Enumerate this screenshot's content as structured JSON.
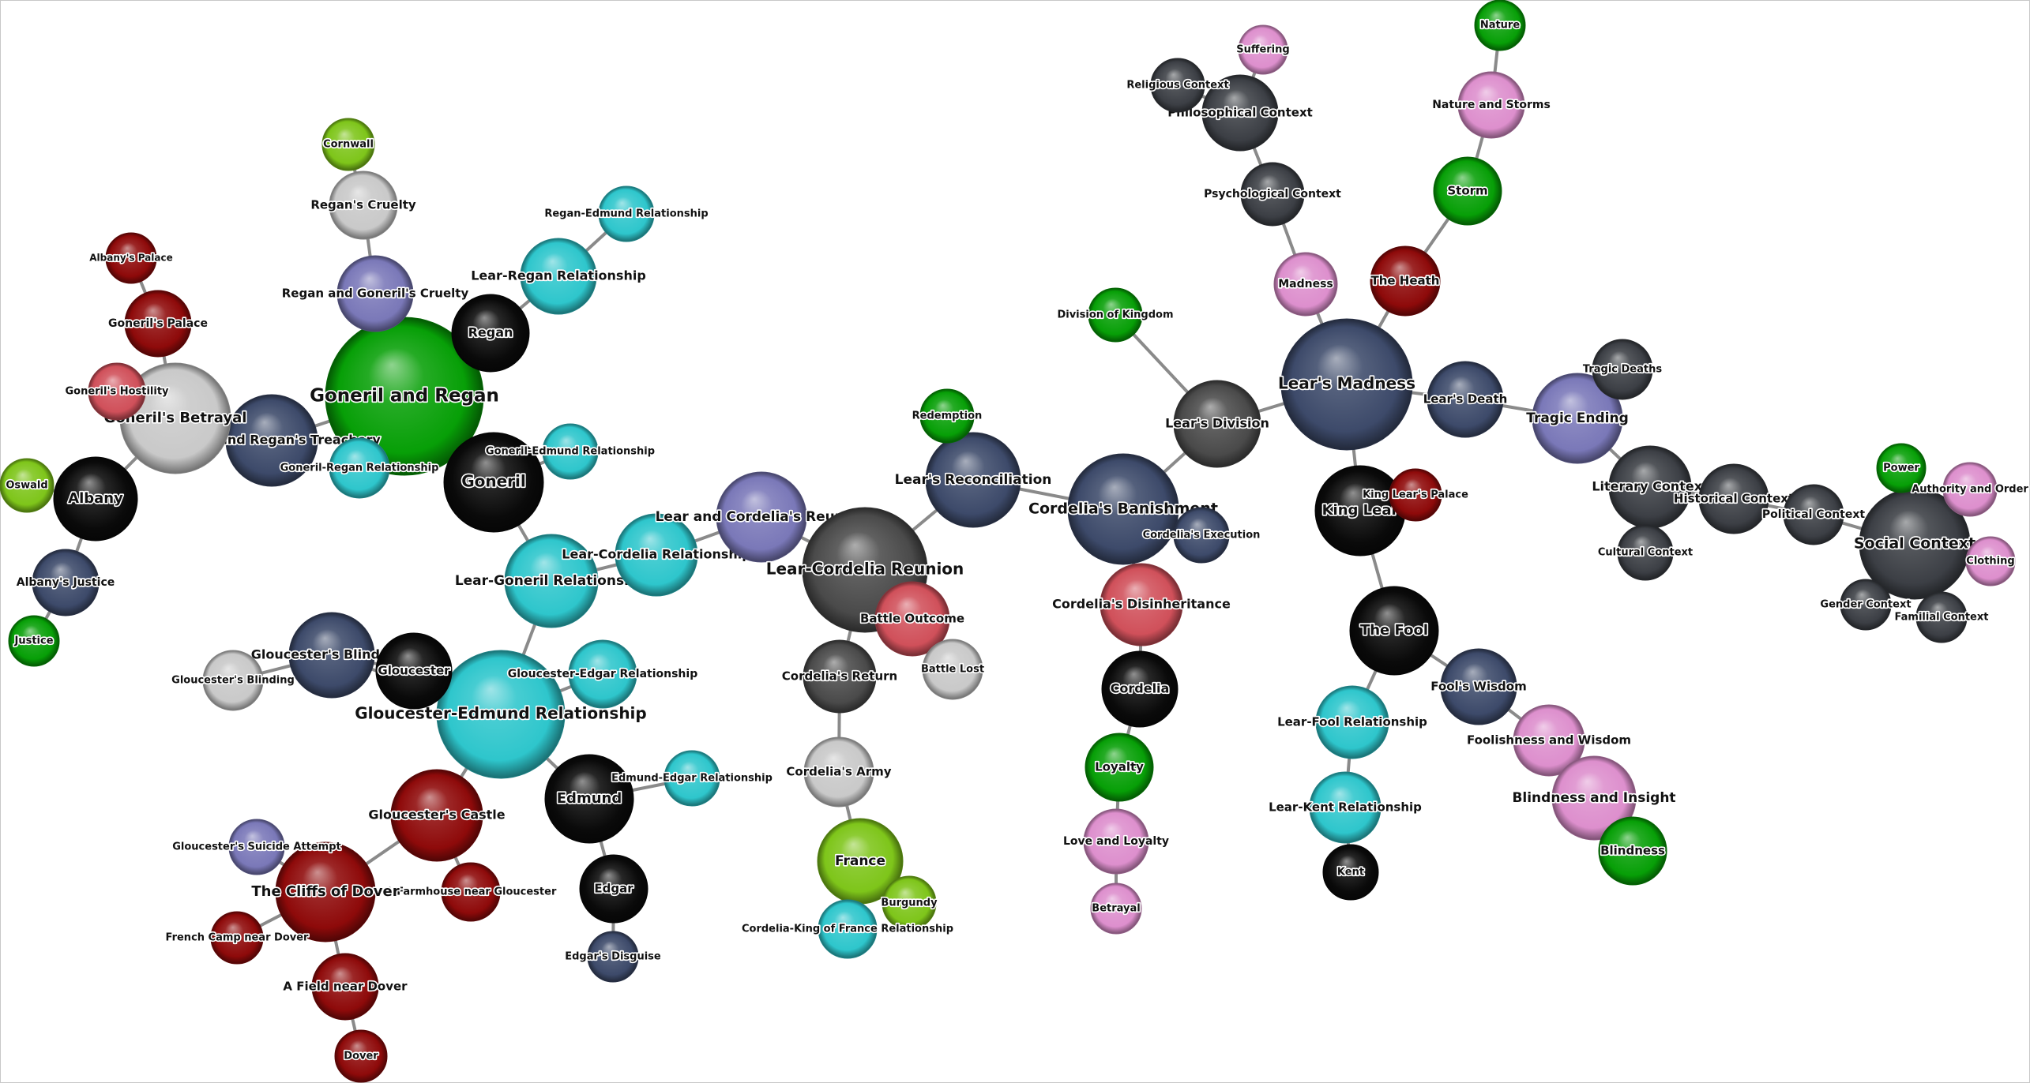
{
  "colors": {
    "navy": "#3d4a6a",
    "black": "#0a0a0a",
    "charcoal": "#3c3f45",
    "grey": "#4a4a4a",
    "silver": "#c9c9c9",
    "green": "#079f07",
    "lime": "#7ec51a",
    "cyan": "#2ec6cc",
    "maroon": "#8e0a0a",
    "red": "#d0505a",
    "violet": "#7a78b8",
    "pink": "#dd8fcd",
    "edge": "#8a8a8a"
  },
  "nodes": [
    {
      "id": "goneril_regan",
      "label": "Goneril and Regan",
      "color": "green"
    },
    {
      "id": "regans_cruelty",
      "label": "Regan's Cruelty",
      "color": "silver"
    },
    {
      "id": "cornwall",
      "label": "Cornwall",
      "color": "lime"
    },
    {
      "id": "regan_goneril_cruelty",
      "label": "Regan and Goneril's Cruelty",
      "color": "violet"
    },
    {
      "id": "regan",
      "label": "Regan",
      "color": "black"
    },
    {
      "id": "lear_regan_rel",
      "label": "Lear-Regan Relationship",
      "color": "cyan"
    },
    {
      "id": "regan_edmund_rel",
      "label": "Regan-Edmund Relationship",
      "color": "cyan"
    },
    {
      "id": "goneril_regan_treachery",
      "label": "Goneril and Regan's Treachery",
      "color": "navy"
    },
    {
      "id": "gonerils_betrayal",
      "label": "Goneril's Betrayal",
      "color": "silver"
    },
    {
      "id": "gonerils_hostility",
      "label": "Goneril's Hostility",
      "color": "red"
    },
    {
      "id": "gonerils_palace",
      "label": "Goneril's Palace",
      "color": "maroon"
    },
    {
      "id": "albanys_palace",
      "label": "Albany's Palace",
      "color": "maroon"
    },
    {
      "id": "goneril_regan_rel",
      "label": "Goneril-Regan Relationship",
      "color": "cyan"
    },
    {
      "id": "albany",
      "label": "Albany",
      "color": "black"
    },
    {
      "id": "oswald",
      "label": "Oswald",
      "color": "lime"
    },
    {
      "id": "albanys_justice",
      "label": "Albany's Justice",
      "color": "navy"
    },
    {
      "id": "justice",
      "label": "Justice",
      "color": "green"
    },
    {
      "id": "goneril",
      "label": "Goneril",
      "color": "black"
    },
    {
      "id": "goneril_edmund_rel",
      "label": "Goneril-Edmund Relationship",
      "color": "cyan"
    },
    {
      "id": "lear_goneril_rel",
      "label": "Lear-Goneril Relationship",
      "color": "cyan"
    },
    {
      "id": "lear_cordelia_rel",
      "label": "Lear-Cordelia Relationship",
      "color": "cyan"
    },
    {
      "id": "lear_cordelia_reunion2",
      "label": "Lear and Cordelia's Reunion",
      "color": "violet"
    },
    {
      "id": "lear_cordelia_reunion",
      "label": "Lear-Cordelia Reunion",
      "color": "grey"
    },
    {
      "id": "battle_outcome",
      "label": "Battle Outcome",
      "color": "red"
    },
    {
      "id": "battle_lost",
      "label": "Battle Lost",
      "color": "silver"
    },
    {
      "id": "cordelias_return",
      "label": "Cordelia's Return",
      "color": "grey"
    },
    {
      "id": "cordelias_army",
      "label": "Cordelia's Army",
      "color": "silver"
    },
    {
      "id": "france",
      "label": "France",
      "color": "lime"
    },
    {
      "id": "burgundy",
      "label": "Burgundy",
      "color": "lime"
    },
    {
      "id": "cordelia_france_rel",
      "label": "Cordelia-King of France Relationship",
      "color": "cyan"
    },
    {
      "id": "glou_edmund_rel",
      "label": "Gloucester-Edmund Relationship",
      "color": "cyan"
    },
    {
      "id": "glou_edgar_rel",
      "label": "Gloucester-Edgar Relationship",
      "color": "cyan"
    },
    {
      "id": "gloucesters_blindness",
      "label": "Gloucester's Blindness",
      "color": "navy"
    },
    {
      "id": "gloucester",
      "label": "Gloucester",
      "color": "black"
    },
    {
      "id": "gloucesters_blinding",
      "label": "Gloucester's Blinding",
      "color": "silver"
    },
    {
      "id": "gloucesters_castle",
      "label": "Gloucester's Castle",
      "color": "maroon"
    },
    {
      "id": "farmhouse",
      "label": "A Farmhouse near Gloucester",
      "color": "maroon"
    },
    {
      "id": "cliffs_dover",
      "label": "The Cliffs of Dover",
      "color": "maroon"
    },
    {
      "id": "suicide_attempt",
      "label": "Gloucester's Suicide Attempt",
      "color": "violet"
    },
    {
      "id": "french_camp",
      "label": "French Camp near Dover",
      "color": "maroon"
    },
    {
      "id": "field_dover",
      "label": "A Field near Dover",
      "color": "maroon"
    },
    {
      "id": "dover",
      "label": "Dover",
      "color": "maroon"
    },
    {
      "id": "edmund",
      "label": "Edmund",
      "color": "black"
    },
    {
      "id": "edmund_edgar_rel",
      "label": "Edmund-Edgar Relationship",
      "color": "cyan"
    },
    {
      "id": "edgar",
      "label": "Edgar",
      "color": "black"
    },
    {
      "id": "edgars_disguise",
      "label": "Edgar's Disguise",
      "color": "navy"
    },
    {
      "id": "lears_reconciliation",
      "label": "Lear's Reconciliation",
      "color": "navy"
    },
    {
      "id": "redemption",
      "label": "Redemption",
      "color": "green"
    },
    {
      "id": "cordelias_banishment",
      "label": "Cordelia's Banishment",
      "color": "navy"
    },
    {
      "id": "cordelias_execution",
      "label": "Cordelia's Execution",
      "color": "navy"
    },
    {
      "id": "cordelias_disinheritance",
      "label": "Cordelia's Disinheritance",
      "color": "red"
    },
    {
      "id": "cordelia",
      "label": "Cordelia",
      "color": "black"
    },
    {
      "id": "loyalty",
      "label": "Loyalty",
      "color": "green"
    },
    {
      "id": "love_loyalty",
      "label": "Love and Loyalty",
      "color": "pink"
    },
    {
      "id": "betrayal",
      "label": "Betrayal",
      "color": "pink"
    },
    {
      "id": "lears_division",
      "label": "Lear's Division",
      "color": "grey"
    },
    {
      "id": "division_kingdom",
      "label": "Division of Kingdom",
      "color": "green"
    },
    {
      "id": "lears_madness",
      "label": "Lear's Madness",
      "color": "navy"
    },
    {
      "id": "madness",
      "label": "Madness",
      "color": "pink"
    },
    {
      "id": "psych_context",
      "label": "Psychological Context",
      "color": "charcoal"
    },
    {
      "id": "philo_context",
      "label": "Philosophical Context",
      "color": "charcoal"
    },
    {
      "id": "religious_context",
      "label": "Religious Context",
      "color": "charcoal"
    },
    {
      "id": "suffering",
      "label": "Suffering",
      "color": "pink"
    },
    {
      "id": "the_heath",
      "label": "The Heath",
      "color": "maroon"
    },
    {
      "id": "storm",
      "label": "Storm",
      "color": "green"
    },
    {
      "id": "nature_storms",
      "label": "Nature and Storms",
      "color": "pink"
    },
    {
      "id": "nature",
      "label": "Nature",
      "color": "green"
    },
    {
      "id": "lears_death",
      "label": "Lear's Death",
      "color": "navy"
    },
    {
      "id": "tragic_ending",
      "label": "Tragic Ending",
      "color": "violet"
    },
    {
      "id": "tragic_deaths",
      "label": "Tragic Deaths",
      "color": "charcoal"
    },
    {
      "id": "literary_context",
      "label": "Literary Context",
      "color": "charcoal"
    },
    {
      "id": "cultural_context",
      "label": "Cultural Context",
      "color": "charcoal"
    },
    {
      "id": "historical_context",
      "label": "Historical Context",
      "color": "charcoal"
    },
    {
      "id": "political_context",
      "label": "Political Context",
      "color": "charcoal"
    },
    {
      "id": "social_context",
      "label": "Social Context",
      "color": "charcoal"
    },
    {
      "id": "power",
      "label": "Power",
      "color": "green"
    },
    {
      "id": "authority_order",
      "label": "Authority and Order",
      "color": "pink"
    },
    {
      "id": "clothing",
      "label": "Clothing",
      "color": "pink"
    },
    {
      "id": "gender_context",
      "label": "Gender Context",
      "color": "charcoal"
    },
    {
      "id": "familial_context",
      "label": "Familial Context",
      "color": "charcoal"
    },
    {
      "id": "king_lear",
      "label": "King Lear",
      "color": "black"
    },
    {
      "id": "king_lears_palace",
      "label": "King Lear's Palace",
      "color": "maroon"
    },
    {
      "id": "the_fool",
      "label": "The Fool",
      "color": "black"
    },
    {
      "id": "fools_wisdom",
      "label": "Fool's Wisdom",
      "color": "navy"
    },
    {
      "id": "foolishness_wisdom",
      "label": "Foolishness and Wisdom",
      "color": "pink"
    },
    {
      "id": "blindness_insight",
      "label": "Blindness and Insight",
      "color": "pink"
    },
    {
      "id": "blindness",
      "label": "Blindness",
      "color": "green"
    },
    {
      "id": "lear_fool_rel",
      "label": "Lear-Fool Relationship",
      "color": "cyan"
    },
    {
      "id": "lear_kent_rel",
      "label": "Lear-Kent Relationship",
      "color": "cyan"
    },
    {
      "id": "kent",
      "label": "Kent",
      "color": "black"
    }
  ],
  "edges": [
    [
      "goneril_regan",
      "regan_goneril_cruelty"
    ],
    [
      "regan_goneril_cruelty",
      "regans_cruelty"
    ],
    [
      "regans_cruelty",
      "cornwall"
    ],
    [
      "goneril_regan",
      "regan"
    ],
    [
      "regan",
      "lear_regan_rel"
    ],
    [
      "lear_regan_rel",
      "regan_edmund_rel"
    ],
    [
      "goneril_regan",
      "goneril_regan_treachery"
    ],
    [
      "goneril_regan",
      "goneril_regan_rel"
    ],
    [
      "goneril_regan_treachery",
      "gonerils_betrayal"
    ],
    [
      "gonerils_betrayal",
      "gonerils_hostility"
    ],
    [
      "gonerils_betrayal",
      "gonerils_palace"
    ],
    [
      "gonerils_palace",
      "albanys_palace"
    ],
    [
      "gonerils_betrayal",
      "albany"
    ],
    [
      "albany",
      "oswald"
    ],
    [
      "albany",
      "albanys_justice"
    ],
    [
      "albanys_justice",
      "justice"
    ],
    [
      "goneril_regan",
      "goneril"
    ],
    [
      "goneril",
      "goneril_edmund_rel"
    ],
    [
      "goneril",
      "lear_goneril_rel"
    ],
    [
      "lear_goneril_rel",
      "lear_cordelia_rel"
    ],
    [
      "lear_cordelia_rel",
      "lear_cordelia_reunion2"
    ],
    [
      "lear_cordelia_reunion2",
      "lear_cordelia_reunion"
    ],
    [
      "lear_goneril_rel",
      "glou_edmund_rel"
    ],
    [
      "lear_cordelia_reunion",
      "battle_outcome"
    ],
    [
      "battle_outcome",
      "battle_lost"
    ],
    [
      "lear_cordelia_reunion",
      "cordelias_return"
    ],
    [
      "cordelias_return",
      "cordelias_army"
    ],
    [
      "cordelias_army",
      "france"
    ],
    [
      "france",
      "burgundy"
    ],
    [
      "france",
      "cordelia_france_rel"
    ],
    [
      "lear_cordelia_reunion",
      "lears_reconciliation"
    ],
    [
      "lears_reconciliation",
      "redemption"
    ],
    [
      "lears_reconciliation",
      "cordelias_banishment"
    ],
    [
      "cordelias_banishment",
      "cordelias_execution"
    ],
    [
      "cordelias_banishment",
      "cordelias_disinheritance"
    ],
    [
      "cordelias_disinheritance",
      "cordelia"
    ],
    [
      "cordelia",
      "loyalty"
    ],
    [
      "loyalty",
      "love_loyalty"
    ],
    [
      "love_loyalty",
      "betrayal"
    ],
    [
      "cordelias_banishment",
      "lears_division"
    ],
    [
      "lears_division",
      "division_kingdom"
    ],
    [
      "lears_division",
      "lears_madness"
    ],
    [
      "lears_madness",
      "madness"
    ],
    [
      "madness",
      "psych_context"
    ],
    [
      "psych_context",
      "philo_context"
    ],
    [
      "philo_context",
      "religious_context"
    ],
    [
      "philo_context",
      "suffering"
    ],
    [
      "lears_madness",
      "the_heath"
    ],
    [
      "the_heath",
      "storm"
    ],
    [
      "storm",
      "nature_storms"
    ],
    [
      "nature_storms",
      "nature"
    ],
    [
      "lears_madness",
      "lears_death"
    ],
    [
      "lears_death",
      "tragic_ending"
    ],
    [
      "tragic_ending",
      "tragic_deaths"
    ],
    [
      "tragic_ending",
      "literary_context"
    ],
    [
      "literary_context",
      "cultural_context"
    ],
    [
      "literary_context",
      "historical_context"
    ],
    [
      "historical_context",
      "political_context"
    ],
    [
      "political_context",
      "social_context"
    ],
    [
      "social_context",
      "power"
    ],
    [
      "social_context",
      "authority_order"
    ],
    [
      "social_context",
      "clothing"
    ],
    [
      "social_context",
      "gender_context"
    ],
    [
      "social_context",
      "familial_context"
    ],
    [
      "lears_madness",
      "king_lear"
    ],
    [
      "king_lear",
      "king_lears_palace"
    ],
    [
      "king_lear",
      "the_fool"
    ],
    [
      "the_fool",
      "fools_wisdom"
    ],
    [
      "fools_wisdom",
      "foolishness_wisdom"
    ],
    [
      "foolishness_wisdom",
      "blindness_insight"
    ],
    [
      "blindness_insight",
      "blindness"
    ],
    [
      "the_fool",
      "lear_fool_rel"
    ],
    [
      "lear_fool_rel",
      "lear_kent_rel"
    ],
    [
      "lear_kent_rel",
      "kent"
    ],
    [
      "glou_edmund_rel",
      "glou_edgar_rel"
    ],
    [
      "glou_edmund_rel",
      "gloucesters_blindness"
    ],
    [
      "gloucesters_blindness",
      "gloucester"
    ],
    [
      "gloucesters_blindness",
      "gloucesters_blinding"
    ],
    [
      "glou_edmund_rel",
      "gloucesters_castle"
    ],
    [
      "gloucesters_castle",
      "farmhouse"
    ],
    [
      "gloucesters_castle",
      "cliffs_dover"
    ],
    [
      "cliffs_dover",
      "suicide_attempt"
    ],
    [
      "cliffs_dover",
      "french_camp"
    ],
    [
      "cliffs_dover",
      "field_dover"
    ],
    [
      "field_dover",
      "dover"
    ],
    [
      "glou_edmund_rel",
      "edmund"
    ],
    [
      "edmund",
      "edmund_edgar_rel"
    ],
    [
      "edmund",
      "edgar"
    ],
    [
      "edgar",
      "edgars_disguise"
    ]
  ]
}
